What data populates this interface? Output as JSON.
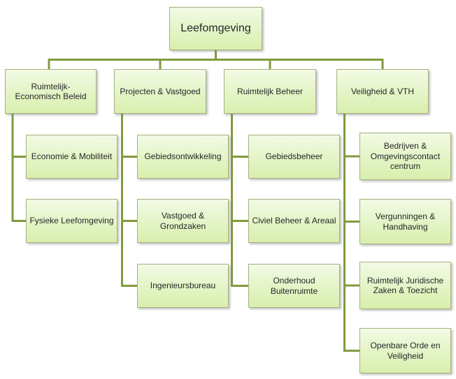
{
  "title": "Leefomgeving organogram",
  "theme": {
    "fill_top": "#f2fae4",
    "fill_bottom": "#d8efad",
    "border": "#a7b17f",
    "connector": "#7f9b3d",
    "text": "#262626"
  },
  "root": {
    "label": "Leefomgeving"
  },
  "branches": [
    {
      "label": "Ruimtelijk-Economisch Beleid",
      "children": [
        "Economie & Mobiliteit",
        "Fysieke Leefomgeving"
      ]
    },
    {
      "label": "Projecten & Vastgoed",
      "children": [
        "Gebiedsontwikkeling",
        "Vastgoed & Grondzaken",
        "Ingenieursbureau"
      ]
    },
    {
      "label": "Ruimtelijk Beheer",
      "children": [
        "Gebiedsbeheer",
        "Civiel Beheer & Areaal",
        "Onderhoud Buitenruimte"
      ]
    },
    {
      "label": "Veiligheid & VTH",
      "children": [
        "Bedrijven & Omgevingscontact centrum",
        "Vergunningen & Handhaving",
        "Ruimtelijk Juridische Zaken & Toezicht",
        "Openbare Orde en Veiligheid"
      ]
    }
  ]
}
